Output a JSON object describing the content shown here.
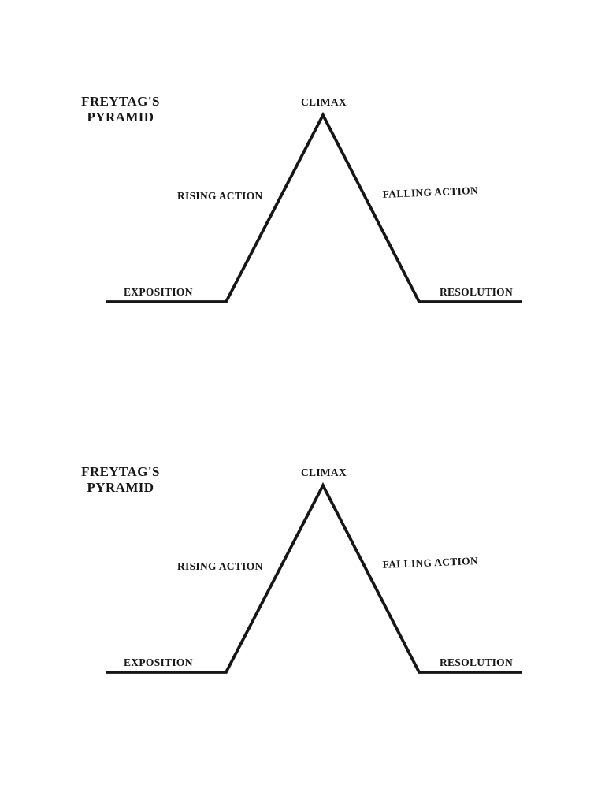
{
  "page": {
    "background_color": "#ffffff",
    "line_color": "#161616",
    "text_color": "#161616"
  },
  "diagrams": [
    {
      "title_line1": "FREYTAG'S",
      "title_line2": "PYRAMID",
      "labels": {
        "climax": "CLIMAX",
        "rising_action": "RISING ACTION",
        "falling_action": "FALLING ACTION",
        "exposition": "EXPOSITION",
        "resolution": "RESOLUTION"
      }
    },
    {
      "title_line1": "FREYTAG'S",
      "title_line2": "PYRAMID",
      "labels": {
        "climax": "CLIMAX",
        "rising_action": "RISING ACTION",
        "falling_action": "FALLING ACTION",
        "exposition": "EXPOSITION",
        "resolution": "RESOLUTION"
      }
    }
  ]
}
